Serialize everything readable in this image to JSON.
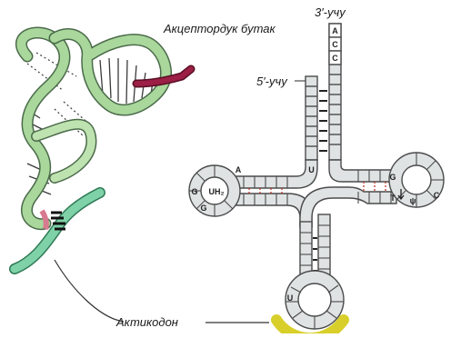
{
  "labels": {
    "acceptor_stem": "Акцептордук бутак",
    "end_3": "3′-учу",
    "end_5": "5′-учу",
    "anticodon": "Актикодон"
  },
  "bases": {
    "acceptor_end": [
      "A",
      "C",
      "C"
    ],
    "d_loop": [
      "A",
      "G",
      "G"
    ],
    "d_loop_modified": "UH₂",
    "t_loop": [
      "G",
      "T",
      "ψ",
      "C"
    ],
    "u_left": "U",
    "anticodon_u": "U"
  },
  "colors": {
    "strand_fill": "#dfe3e3",
    "strand_stroke": "#4b4b4b",
    "ribbon_green": "#a9d79c",
    "ribbon_dark_green": "#5f9c62",
    "ribbon_teal": "#7fd1a7",
    "ribbon_magenta": "#9c1f45",
    "anticodon_highlight": "#d8cf2a"
  }
}
